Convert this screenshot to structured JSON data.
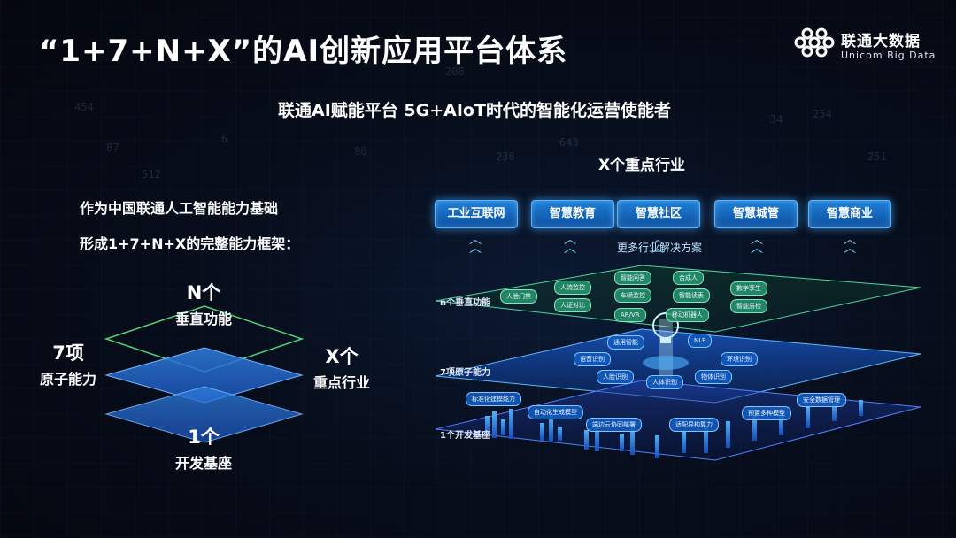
{
  "title": "“1+7+N+X”的AI创新应用平台体系",
  "logo": {
    "name_cn": "联通大数据",
    "name_en": "Unicom Big Data"
  },
  "subtitle": "联通AI赋能平台  5G+AIoT时代的智能化运营使能者",
  "intro": {
    "line1": "作为中国联通人工智能能力基础",
    "line2": "形成1+7+N+X的完整能力框架："
  },
  "layers": {
    "vertical": {
      "big": "N个",
      "small": "垂直功能"
    },
    "atomic": {
      "big": "7项",
      "small": "原子能力"
    },
    "industry": {
      "big": "X个",
      "small": "重点行业"
    },
    "base": {
      "big": "1个",
      "small": "开发基座"
    }
  },
  "industries": {
    "title": "X个重点行业",
    "items": [
      "工业互联网",
      "智慧教育",
      "智慧社区",
      "智慧城管",
      "智慧商业"
    ],
    "more": "更多行业解决方案"
  },
  "platform_labels": {
    "vertical": "n个垂直功能",
    "atomic": "7项原子能力",
    "base": "1个开发基座"
  },
  "vertical_functions": [
    "人脸门禁",
    "人流监控",
    "智能问答",
    "合成人",
    "数字孪生",
    "人证对比",
    "车辆监控",
    "智能读表",
    "智能质检",
    "AR/VR",
    "移动机器人"
  ],
  "atomic_abilities": [
    "通用智能",
    "NLP",
    "语音识别",
    "环境识别",
    "人脸识别",
    "人体识别",
    "物体识别"
  ],
  "base_capabilities": [
    "标准化建模能力",
    "安全数据管理",
    "自动化生成模型",
    "预置多种模型",
    "端边云协同部署",
    "适配异构算力"
  ],
  "background_numbers": [
    "208",
    "454",
    "643",
    "254",
    "512",
    "238",
    "6",
    "87",
    "96",
    "34",
    "251"
  ],
  "colors": {
    "accent": "#1d7fd8",
    "glow": "#58b6ff",
    "green": "#2fbf7f",
    "background": "#05080f"
  }
}
